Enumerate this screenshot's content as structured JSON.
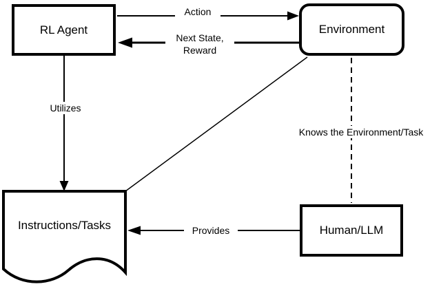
{
  "colors": {
    "ink": "#000000",
    "background": "#ffffff"
  },
  "nodes": {
    "rl_agent": {
      "label": "RL Agent",
      "shape": "rectangle"
    },
    "environment": {
      "label": "Environment",
      "shape": "rounded-rectangle"
    },
    "instructions_tasks": {
      "label": "Instructions/Tasks",
      "shape": "document"
    },
    "human_llm": {
      "label": "Human/LLM",
      "shape": "rectangle"
    }
  },
  "edges": {
    "action": {
      "label": "Action",
      "from": "RL Agent",
      "to": "Environment",
      "style": "solid-arrow"
    },
    "next_state_reward": {
      "line1": "Next State,",
      "line2": "Reward",
      "from": "Environment",
      "to": "RL Agent",
      "style": "solid-arrow"
    },
    "utilizes": {
      "label": "Utilizes",
      "from": "RL Agent",
      "to": "Instructions/Tasks",
      "style": "solid-arrow"
    },
    "environment_to_instructions": {
      "label": "",
      "from": "Environment",
      "to": "Instructions/Tasks",
      "style": "solid-line"
    },
    "knows": {
      "label": "Knows the Environment/Task",
      "from": "Environment",
      "to": "Human/LLM",
      "style": "dashed-line"
    },
    "provides": {
      "label": "Provides",
      "from": "Human/LLM",
      "to": "Instructions/Tasks",
      "style": "solid-arrow"
    }
  }
}
